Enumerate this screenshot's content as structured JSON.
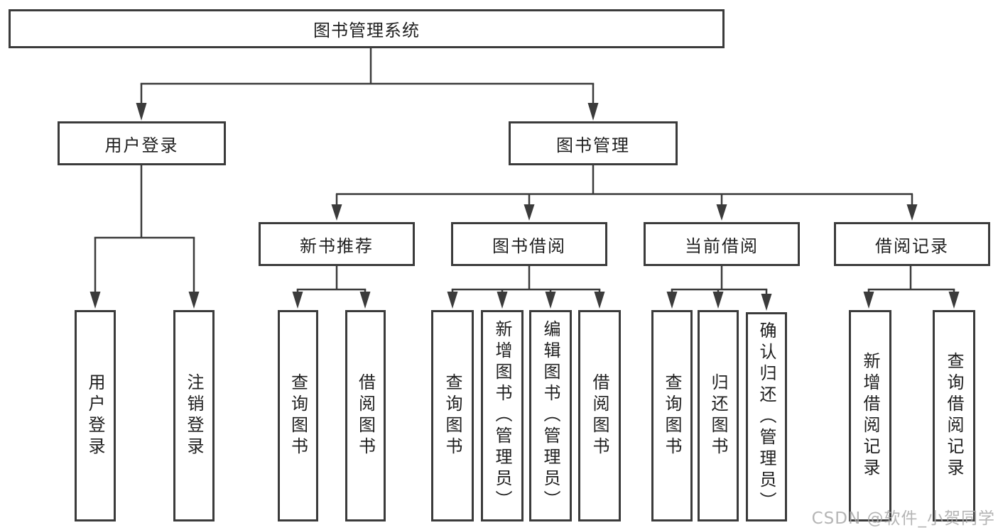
{
  "hierarchy": {
    "label": "图书管理系统",
    "children": [
      {
        "label": "用户登录",
        "children": [
          {
            "label": "用户登录"
          },
          {
            "label": "注销登录"
          }
        ]
      },
      {
        "label": "图书管理",
        "children": [
          {
            "label": "新书推荐",
            "children": [
              {
                "label": "查询图书"
              },
              {
                "label": "借阅图书"
              }
            ]
          },
          {
            "label": "图书借阅",
            "children": [
              {
                "label": "查询图书"
              },
              {
                "label": "新增图书（管理员）"
              },
              {
                "label": "编辑图书（管理员）"
              },
              {
                "label": "借阅图书"
              }
            ]
          },
          {
            "label": "当前借阅",
            "children": [
              {
                "label": "查询图书"
              },
              {
                "label": "归还图书"
              },
              {
                "label": "确认归还（管理员）"
              }
            ]
          },
          {
            "label": "借阅记录",
            "children": [
              {
                "label": "新增借阅记录"
              },
              {
                "label": "查询借阅记录"
              }
            ]
          }
        ]
      }
    ]
  },
  "watermark": {
    "text": "CSDN @软件_小贺同学"
  },
  "colors": {
    "background": "#ffffff",
    "line": "#3b3b3b",
    "box_border": "#3b3b3b",
    "box_fill": "#ffffff",
    "text": "#1f1f1f",
    "watermark": "#a8a8a8"
  }
}
